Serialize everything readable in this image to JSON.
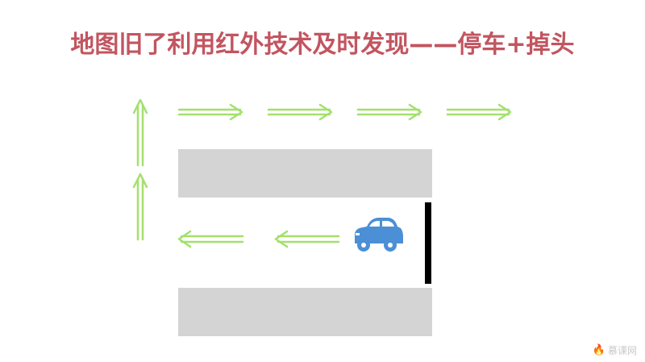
{
  "slide": {
    "title": "地图旧了利用红外技术及时发现——停车+掉头"
  },
  "colors": {
    "title": "#c25560",
    "arrow": "#a4e06e",
    "arrow_outline": "#8fd35a",
    "road_block": "#d4d4d4",
    "barrier": "#000000",
    "car": "#4b8fd6"
  },
  "icons": {
    "car": "car-icon",
    "logo": "mooc-flame-logo"
  },
  "watermark": {
    "text": "慕课网"
  }
}
